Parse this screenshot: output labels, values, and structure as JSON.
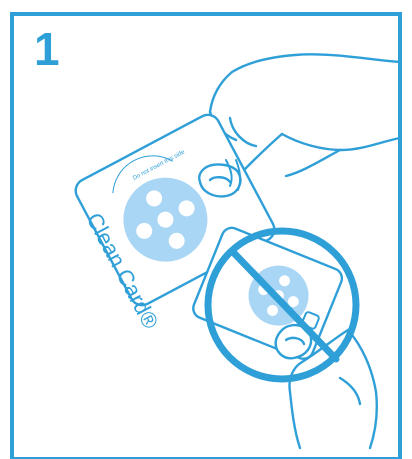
{
  "step": {
    "number": "1"
  },
  "card": {
    "brand_text": "Clean Card®",
    "small_text": "Do not insert this side"
  },
  "colors": {
    "line": "#2f9fd8",
    "dot": "#a9d6f5",
    "number": "#2f9fd8",
    "background": "#ffffff"
  }
}
